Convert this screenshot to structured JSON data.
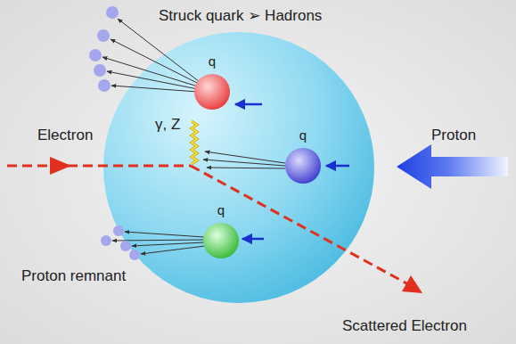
{
  "diagram": {
    "nodes": [
      {
        "text": [
          "q"
        ]
      },
      {
        "text": [
          "q"
        ]
      },
      {
        "text": [
          "q"
        ]
      }
    ],
    "labels": [
      "Struck quark ➢ Hadrons",
      "γ, Z",
      "Electron",
      "Proton",
      "Proton remnant",
      "Scattered Electron"
    ]
  }
}
